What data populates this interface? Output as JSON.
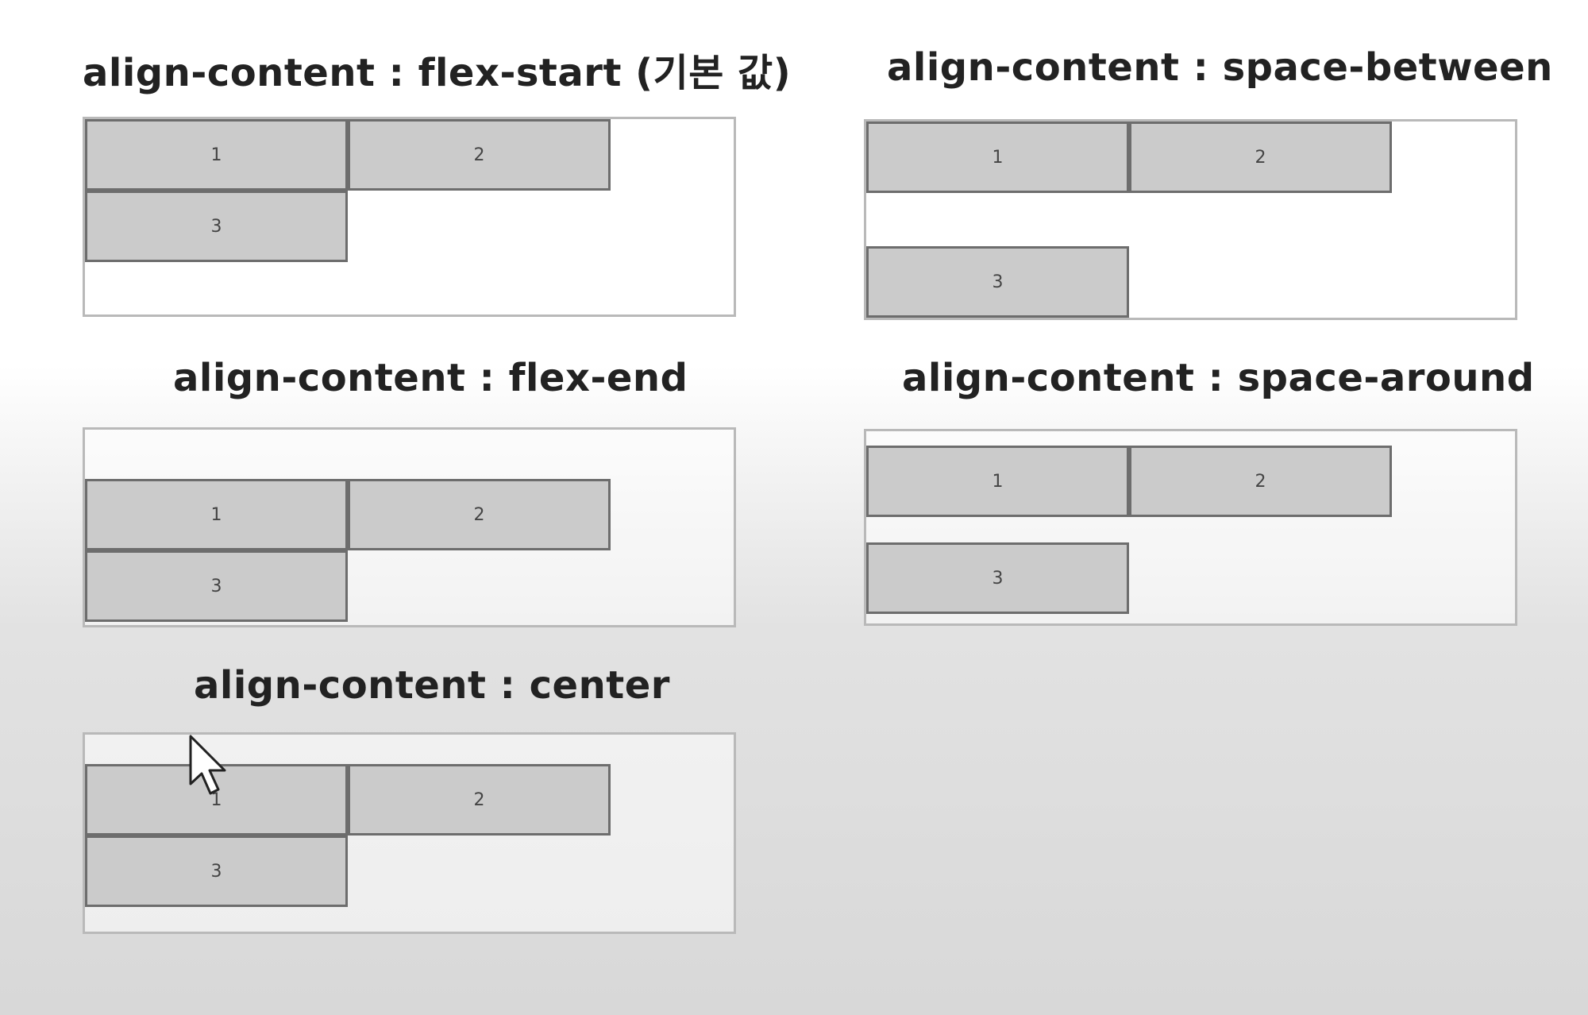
{
  "panels": {
    "flex_start": {
      "title": "align-content : flex-start (기본 값)",
      "items": [
        "1",
        "2",
        "3"
      ]
    },
    "flex_end": {
      "title": "align-content : flex-end",
      "items": [
        "1",
        "2",
        "3"
      ]
    },
    "center": {
      "title": "align-content : center",
      "items": [
        "1",
        "2",
        "3"
      ]
    },
    "space_between": {
      "title": "align-content : space-between",
      "items": [
        "1",
        "2",
        "3"
      ]
    },
    "space_around": {
      "title": "align-content : space-around",
      "items": [
        "1",
        "2",
        "3"
      ]
    }
  },
  "colors": {
    "item_fill": "#cbcbcb",
    "item_border": "#6d6d6d",
    "box_border": "#b9b9b9",
    "title_text": "#222222"
  },
  "icons": {
    "cursor": "mouse-pointer-icon"
  }
}
